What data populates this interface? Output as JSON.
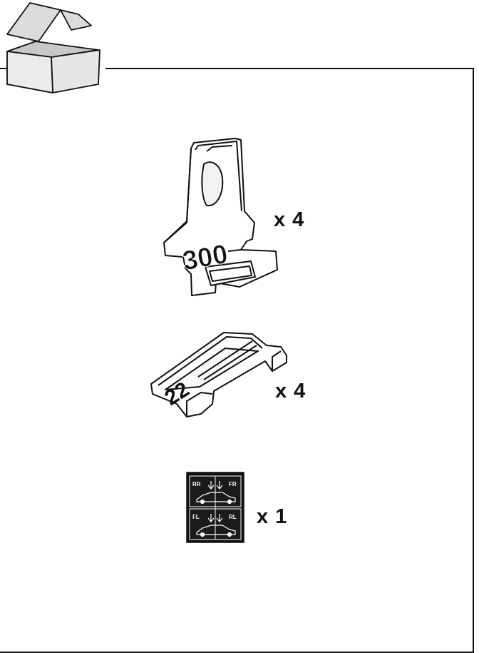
{
  "parts": [
    {
      "id": "part-bracket",
      "part_number": "300",
      "quantity": "x 4"
    },
    {
      "id": "part-spacer",
      "part_number": "22",
      "quantity": "x 4"
    },
    {
      "id": "part-label-sheet",
      "quantity": "x 1",
      "labels": {
        "top_left": "RR",
        "top_right": "FR",
        "bottom_left": "FL",
        "bottom_right": "RL"
      }
    }
  ]
}
